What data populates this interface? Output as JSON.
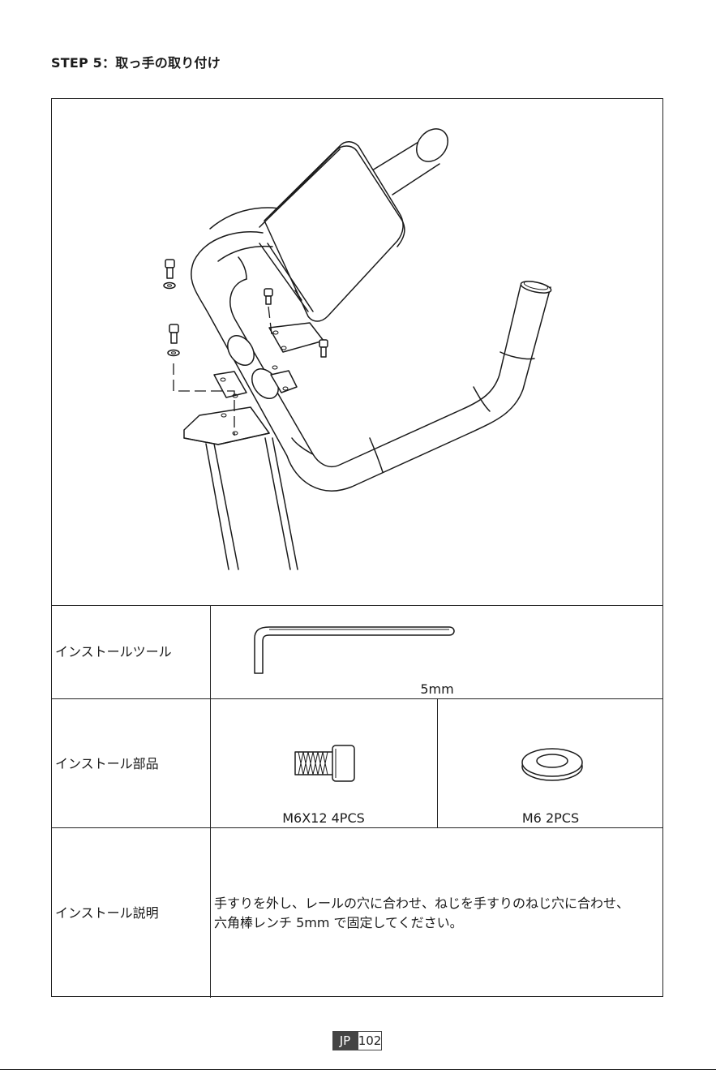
{
  "step_title": "STEP 5：取っ手の取り付け",
  "rows": {
    "tool_label": "インストールツール",
    "tool_caption": "5mm",
    "parts_label": "インストール部品",
    "part1_caption": "M6X12  4PCS",
    "part2_caption": "M6 2PCS",
    "desc_label": "インストール説明",
    "desc_line1": "手すりを外し、レールの穴に合わせ、ねじを手すりのねじ穴に合わせ、",
    "desc_line2": "六角棒レンチ 5mm で固定してください。"
  },
  "footer": {
    "lang": "JP",
    "page": "102"
  }
}
